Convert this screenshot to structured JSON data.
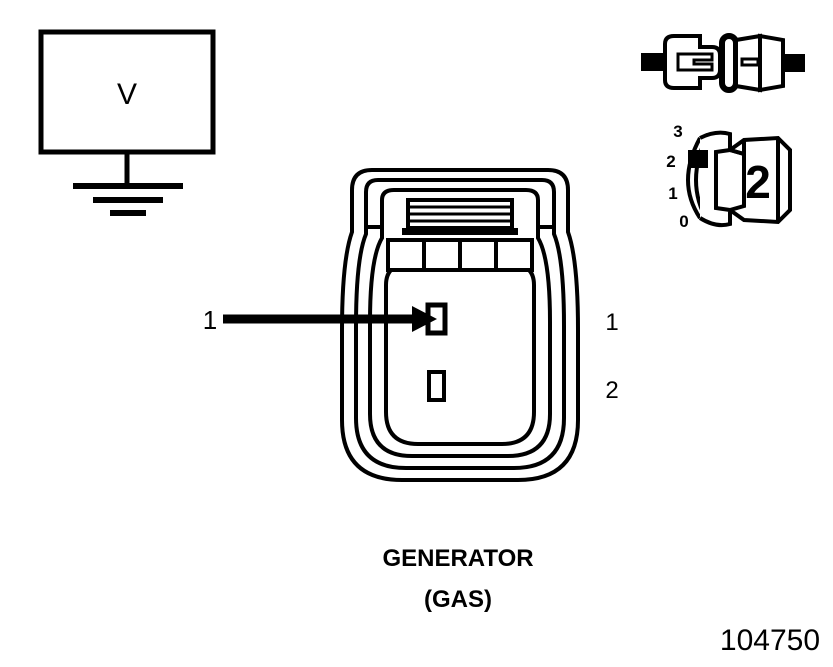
{
  "figure": {
    "number": "104750",
    "caption_line1": "GENERATOR",
    "caption_line2": "(GAS)",
    "background_color": "#ffffff",
    "ink_color": "#000000"
  },
  "meter": {
    "symbol_label": "V",
    "name": "voltmeter",
    "ground_symbol": "earth-ground",
    "ground_bar_count": 3
  },
  "connector_face": {
    "name": "generator-connector-face-view",
    "terminal_count": 2,
    "callout": {
      "label": "1",
      "arrow_direction": "right",
      "points_to": "terminal-1"
    },
    "terminals": [
      {
        "id": "terminal-1",
        "label": "1"
      },
      {
        "id": "terminal-2",
        "label": "2"
      }
    ],
    "latch_rib_count": 4,
    "outline_ring_count": 4
  },
  "connector_side_view": {
    "name": "connector-side-view",
    "half_left": "male-connector-half",
    "half_right": "female-connector-half",
    "wire_stub_left": true,
    "wire_stub_right": true
  },
  "connector_iso_view": {
    "name": "connector-isometric-view",
    "body_label": "2",
    "scale_labels": [
      "3",
      "2",
      "1",
      "0"
    ],
    "marker_position_label": "2"
  }
}
